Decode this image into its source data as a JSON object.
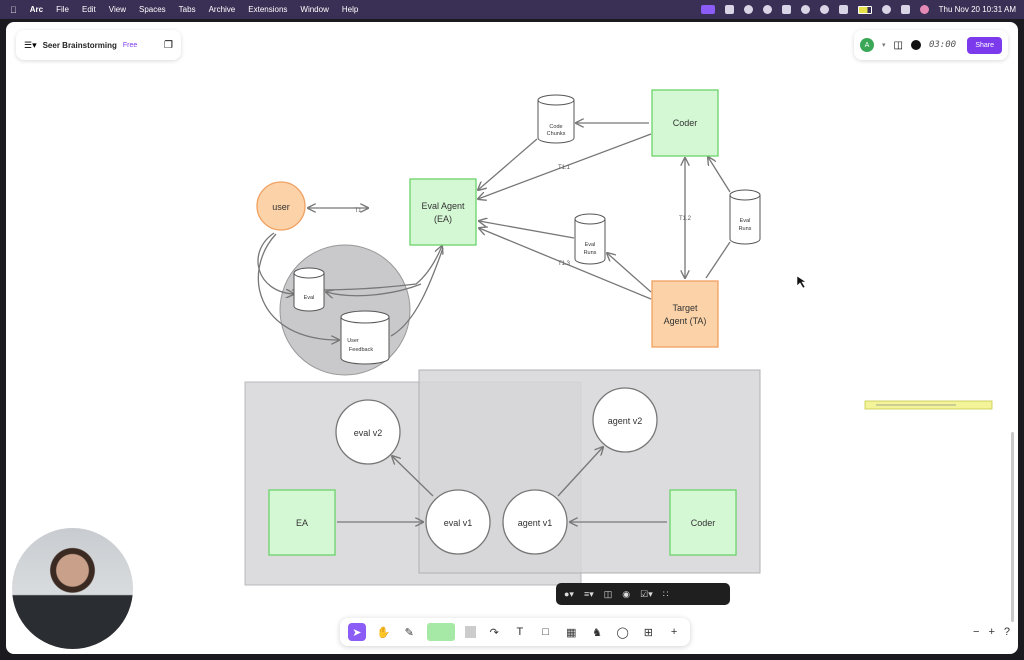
{
  "menubar": {
    "apple": "",
    "app": "Arc",
    "items": [
      "File",
      "Edit",
      "View",
      "Spaces",
      "Tabs",
      "Archive",
      "Extensions",
      "Window",
      "Help"
    ],
    "datetime": "Thu Nov 20  10:31 AM"
  },
  "header": {
    "board_title": "Seer Brainstorming",
    "plan_badge": "Free",
    "avatar_initial": "A",
    "timer": "03:00",
    "share_label": "Share"
  },
  "diagram_top": {
    "nodes": {
      "user": "user",
      "eval_agent": [
        "Eval Agent",
        "(EA)"
      ],
      "coder": "Coder",
      "target_agent": [
        "Target",
        "Agent (TA)"
      ],
      "code_chunks": [
        "Code",
        "Chunks"
      ],
      "eval_runs_mid": [
        "Eval",
        "Runs"
      ],
      "eval_runs_right": [
        "Eval",
        "Runs"
      ],
      "eval_db": "Eval",
      "user_feedback": [
        "User",
        "Feedback"
      ]
    },
    "edge_labels": {
      "t1": "T1",
      "t11": "T1.1",
      "t12": "T1.2",
      "t13": "T1.3"
    }
  },
  "diagram_bottom": {
    "ea": "EA",
    "coder": "Coder",
    "eval_v1": "eval v1",
    "eval_v2": "eval v2",
    "agent_v1": "agent v1",
    "agent_v2": "agent v2"
  },
  "colors": {
    "green_fill": "#d4f7d4",
    "green_stroke": "#6bd36b",
    "orange_fill": "#fcd3a8",
    "orange_stroke": "#f0a060",
    "grey_region": "#dcdcde",
    "accent": "#7c3aed"
  },
  "icons": {
    "pointer": "cursor-icon",
    "hand": "hand-icon",
    "pen": "pen-icon",
    "text": "text-icon"
  },
  "toolbar": {
    "text_tool": "T",
    "add_tool": "+"
  },
  "zoom": {
    "minus": "−",
    "plus": "+",
    "help": "?"
  }
}
